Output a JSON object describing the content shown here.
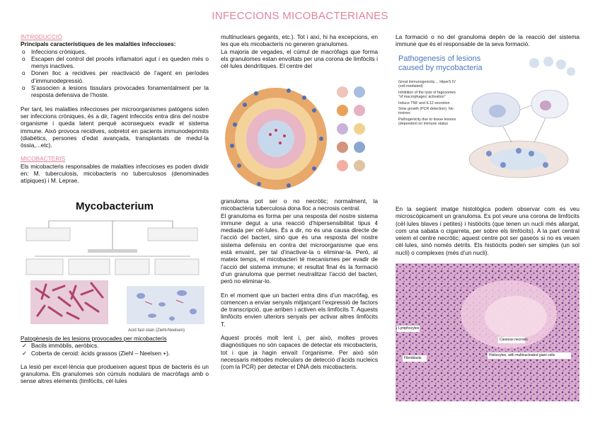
{
  "title": "INFECCIONS MICOBACTERIANES",
  "col1": {
    "intro_heading": "INTRODUCCIÓ",
    "intro_subheading": "Principals característiques de les malalties infeccioses:",
    "intro_items": [
      "Infeccions cròniques.",
      "Escapen del control del procés inflamatori agut i es queden més o menys inactives.",
      "Donen lloc a recidives per reactivació de l’agent en períodes d’immunodepressió.",
      "S’associen a lesions tissulars provocades fonamentalment per la resposta defensiva de l’hoste."
    ],
    "intro_paragraph": "Per tant, les malalties infeccioses per microorganismes patògens solen ser infeccions cròniques, és a dir, l’agent infecciós entra dins del nostre organisme i queda latent perquè aconsegueix evadir el sistema immune. Això provoca recidives, sobretot en pacients immunodeprimits (diabètics, persones d’edat avançada, transplantats de medul·la òssia,...etc).",
    "mico_heading": "MICOBACTERIS",
    "mico_paragraph": "Els micobacteris responsables de malalties infeccioses es poden dividir en: M. tuberculosis, micobacteris no tuberculosos (denominades atípiques) i M. Leprae.",
    "figure_title": "Mycobacterium",
    "figure_caption": "Acid fast stain (Ziehl-Neelsen)",
    "patho_heading": "Patogènesis de les lesions provocades per micobacteris",
    "patho_items": [
      "Bacils immòbils, aeròbics.",
      "Coberta de ceroid: àcids grassos (Ziehl – Neelsen +)."
    ],
    "patho_paragraph": "La lesió per excel·lència que produeixen aquest tipus de bacteris és un granuloma. Els granulomes són cúmuls nodulars de macròfags amb o sense altres elements (limfòcits, cèl·lules"
  },
  "col2": {
    "p1": "multinuclears gegants, etc.). Tot i així, hi ha excepcions, en les que els micobacteris no generen granulomes.",
    "p2": "La majoria de vegades, el cúmul de macròfags que forma els granulomes estan envoltats per una corona de limfòcits i cèl·lules dendrítiques. El centre del",
    "p3": "granuloma pot ser o no necròtic; normalment, la micobactèria tuberculosa dona lloc a necrosis central.",
    "p4": "El granuloma es forma per una resposta del nostre sistema immune degut a una reacció d’hipersensibilitat tipus 4 mediada per cèl·lules. És a dir, no és una causa directe de l’acció del bacteri, sinó que és una resposta del nostre sistema defensiu en contra del microorganisme que ens està envaint, per tal d’inactivar-la o eliminar-la. Però, al mateix temps, el micobacteri té mecanismes per evadir de l’acció del sistema immune; el resultat final és la formació d’un granuloma que permet neutralitzar l’acció del bacteri, però no eliminar-lo.",
    "p5": "En el moment que un bacteri entra dins d’un macròfag, es comencen a enviar senyals mitjançant l’expressió de factors de transcripció, que arriben i activen els limfòcits T. Aquests limfòcits envien ulteriors senyals per activar altres limfòcits T.",
    "p6": "Aquest procés molt lent i, per això, moltes proves diagnòstiques no són capaces de detectar els micobacteris, tot i que ja hagin envaït l’organisme. Per això són necessaris mètodes moleculars de detecció d’àcids nucleics (com la PCR) per detectar el DNA dels micobacteris."
  },
  "col3": {
    "p1": "La formació o no del granuloma depèn de la reacció del sistema immune que és el responsable de la seva formació.",
    "figure_title": "Pathogenesis of lesions caused by mycobacteria",
    "figure_bullets": [
      "Great immunogenicity→ HiperS IV (cell mediated)",
      "Inhibition of the lysis of fagosomes \"of macrophages' activation\"",
      "Induce TNF and IL12 secretion",
      "Slow growth (PCR detection). No toxines",
      "Pathogenicity due to tissue lesions (dependent on immune status"
    ],
    "p2": "En la següent imatge histològica podem observar com es veu microscòpicament un granuloma. Es pot veure una corona de limfòcits (cèl·lules blaves i petites) i histiòcits (que tenen un nucli més allargat, com una sabata o cigarreta, per sobre els limfòcits). A la part central veiem el centre necròtic; aquest centre pot ser gaseós si no es veuen cèl·lules, sinó només detrits. Els histiòcits poden ser simples (un sol nucli) o complexes (més d’un nucli).",
    "histo_labels": [
      "Lymphocytes",
      "Caseous necrosis",
      "Fibroblasts",
      "Histiocytes, with multinucleated giant cells"
    ]
  },
  "colors": {
    "accent": "#e0849a",
    "histo_bg": "#d9a6c9"
  }
}
